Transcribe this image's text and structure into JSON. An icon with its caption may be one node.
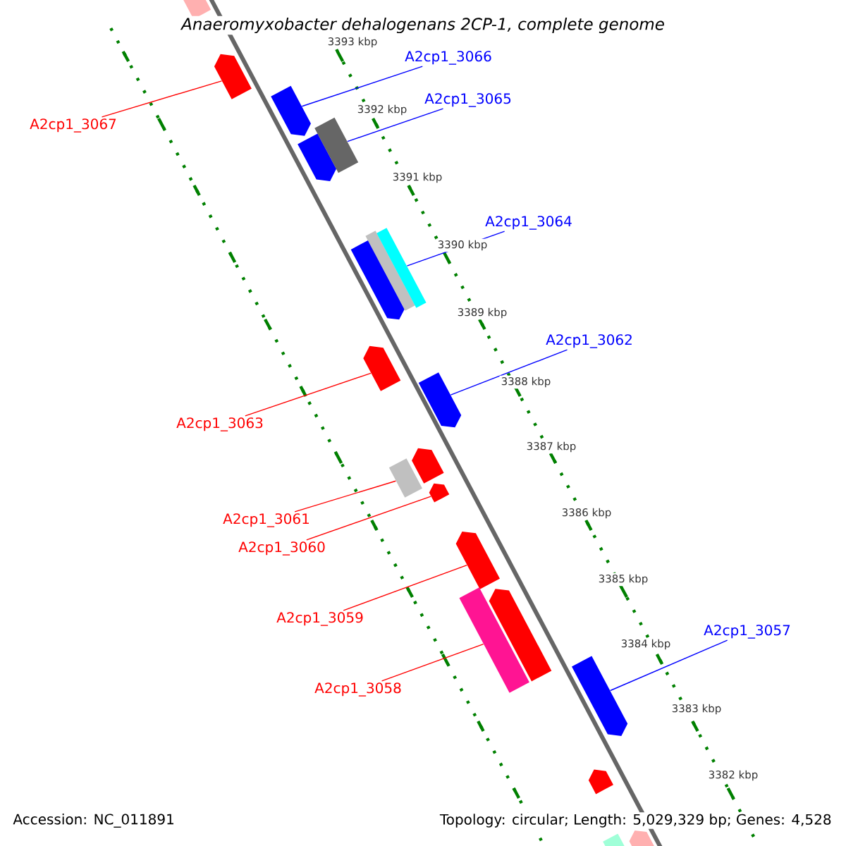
{
  "diagram": {
    "title": "Anaeromyxobacter dehalogenans 2CP-1, complete genome",
    "nodes": [
      {
        "text": [
          "A2cp1_3066"
        ]
      },
      {
        "text": [
          "A2cp1_3067"
        ]
      },
      {
        "text": [
          "A2cp1_3065"
        ]
      },
      {
        "text": [
          "A2cp1_3064"
        ]
      },
      {
        "text": [
          "A2cp1_3062"
        ]
      },
      {
        "text": [
          "A2cp1_3063"
        ]
      },
      {
        "text": [
          "A2cp1_3061"
        ]
      },
      {
        "text": [
          "A2cp1_3060"
        ]
      },
      {
        "text": [
          "A2cp1_3059"
        ]
      },
      {
        "text": [
          "A2cp1_3057"
        ]
      },
      {
        "text": [
          "A2cp1_3058"
        ]
      },
      {
        "text": [],
        "shape": "pentagon"
      },
      {
        "text": [],
        "shape": "pentagon"
      },
      {
        "text": [],
        "shape": "pentagon"
      },
      {
        "text": [],
        "shape": "pentagon"
      },
      {
        "text": [],
        "shape": "box"
      },
      {
        "text": [],
        "shape": "pentagon"
      },
      {
        "text": [],
        "shape": "box"
      },
      {
        "text": [],
        "shape": "box"
      },
      {
        "text": [],
        "shape": "pentagon"
      },
      {
        "text": [],
        "shape": "pentagon"
      },
      {
        "text": [],
        "shape": "box"
      },
      {
        "text": [],
        "shape": "pentagon"
      },
      {
        "text": [],
        "shape": "pentagon"
      },
      {
        "text": [],
        "shape": "pentagon"
      },
      {
        "text": [],
        "shape": "pentagon"
      },
      {
        "text": [],
        "shape": "box"
      },
      {
        "text": [],
        "shape": "pentagon"
      },
      {
        "text": [],
        "shape": "pentagon"
      },
      {
        "text": [],
        "shape": "pentagon"
      },
      {
        "text": [],
        "shape": "box"
      }
    ],
    "edges": [
      {
        "from": 0,
        "to": 13,
        "arrow": "none",
        "color": "#0000ff"
      },
      {
        "from": 1,
        "to": 12,
        "arrow": "none"
      },
      {
        "from": 2,
        "to": 15,
        "arrow": "none",
        "color": "#0000ff"
      },
      {
        "from": 3,
        "to": 18,
        "arrow": "none",
        "color": "#0000ff"
      },
      {
        "from": 4,
        "to": 20,
        "arrow": "none",
        "color": "#0000ff"
      },
      {
        "from": 5,
        "to": 19,
        "arrow": "none"
      },
      {
        "from": 6,
        "to": 21,
        "arrow": "none"
      },
      {
        "from": 7,
        "to": 23,
        "arrow": "none"
      },
      {
        "from": 8,
        "to": 24,
        "arrow": "none"
      },
      {
        "from": 9,
        "to": 27,
        "arrow": "none",
        "color": "#0000ff"
      },
      {
        "from": 10,
        "to": 26,
        "arrow": "none"
      }
    ],
    "labels": [
      "3393 kbp",
      "3392 kbp",
      "3391 kbp",
      "3390 kbp",
      "3389 kbp",
      "3388 kbp",
      "3387 kbp",
      "3386 kbp",
      "3385 kbp",
      "3384 kbp",
      "3383 kbp",
      "3382 kbp",
      "Accession: NC_011891",
      "Topology: circular; Length: 5,029,329 bp; Genes: 4,528"
    ]
  }
}
